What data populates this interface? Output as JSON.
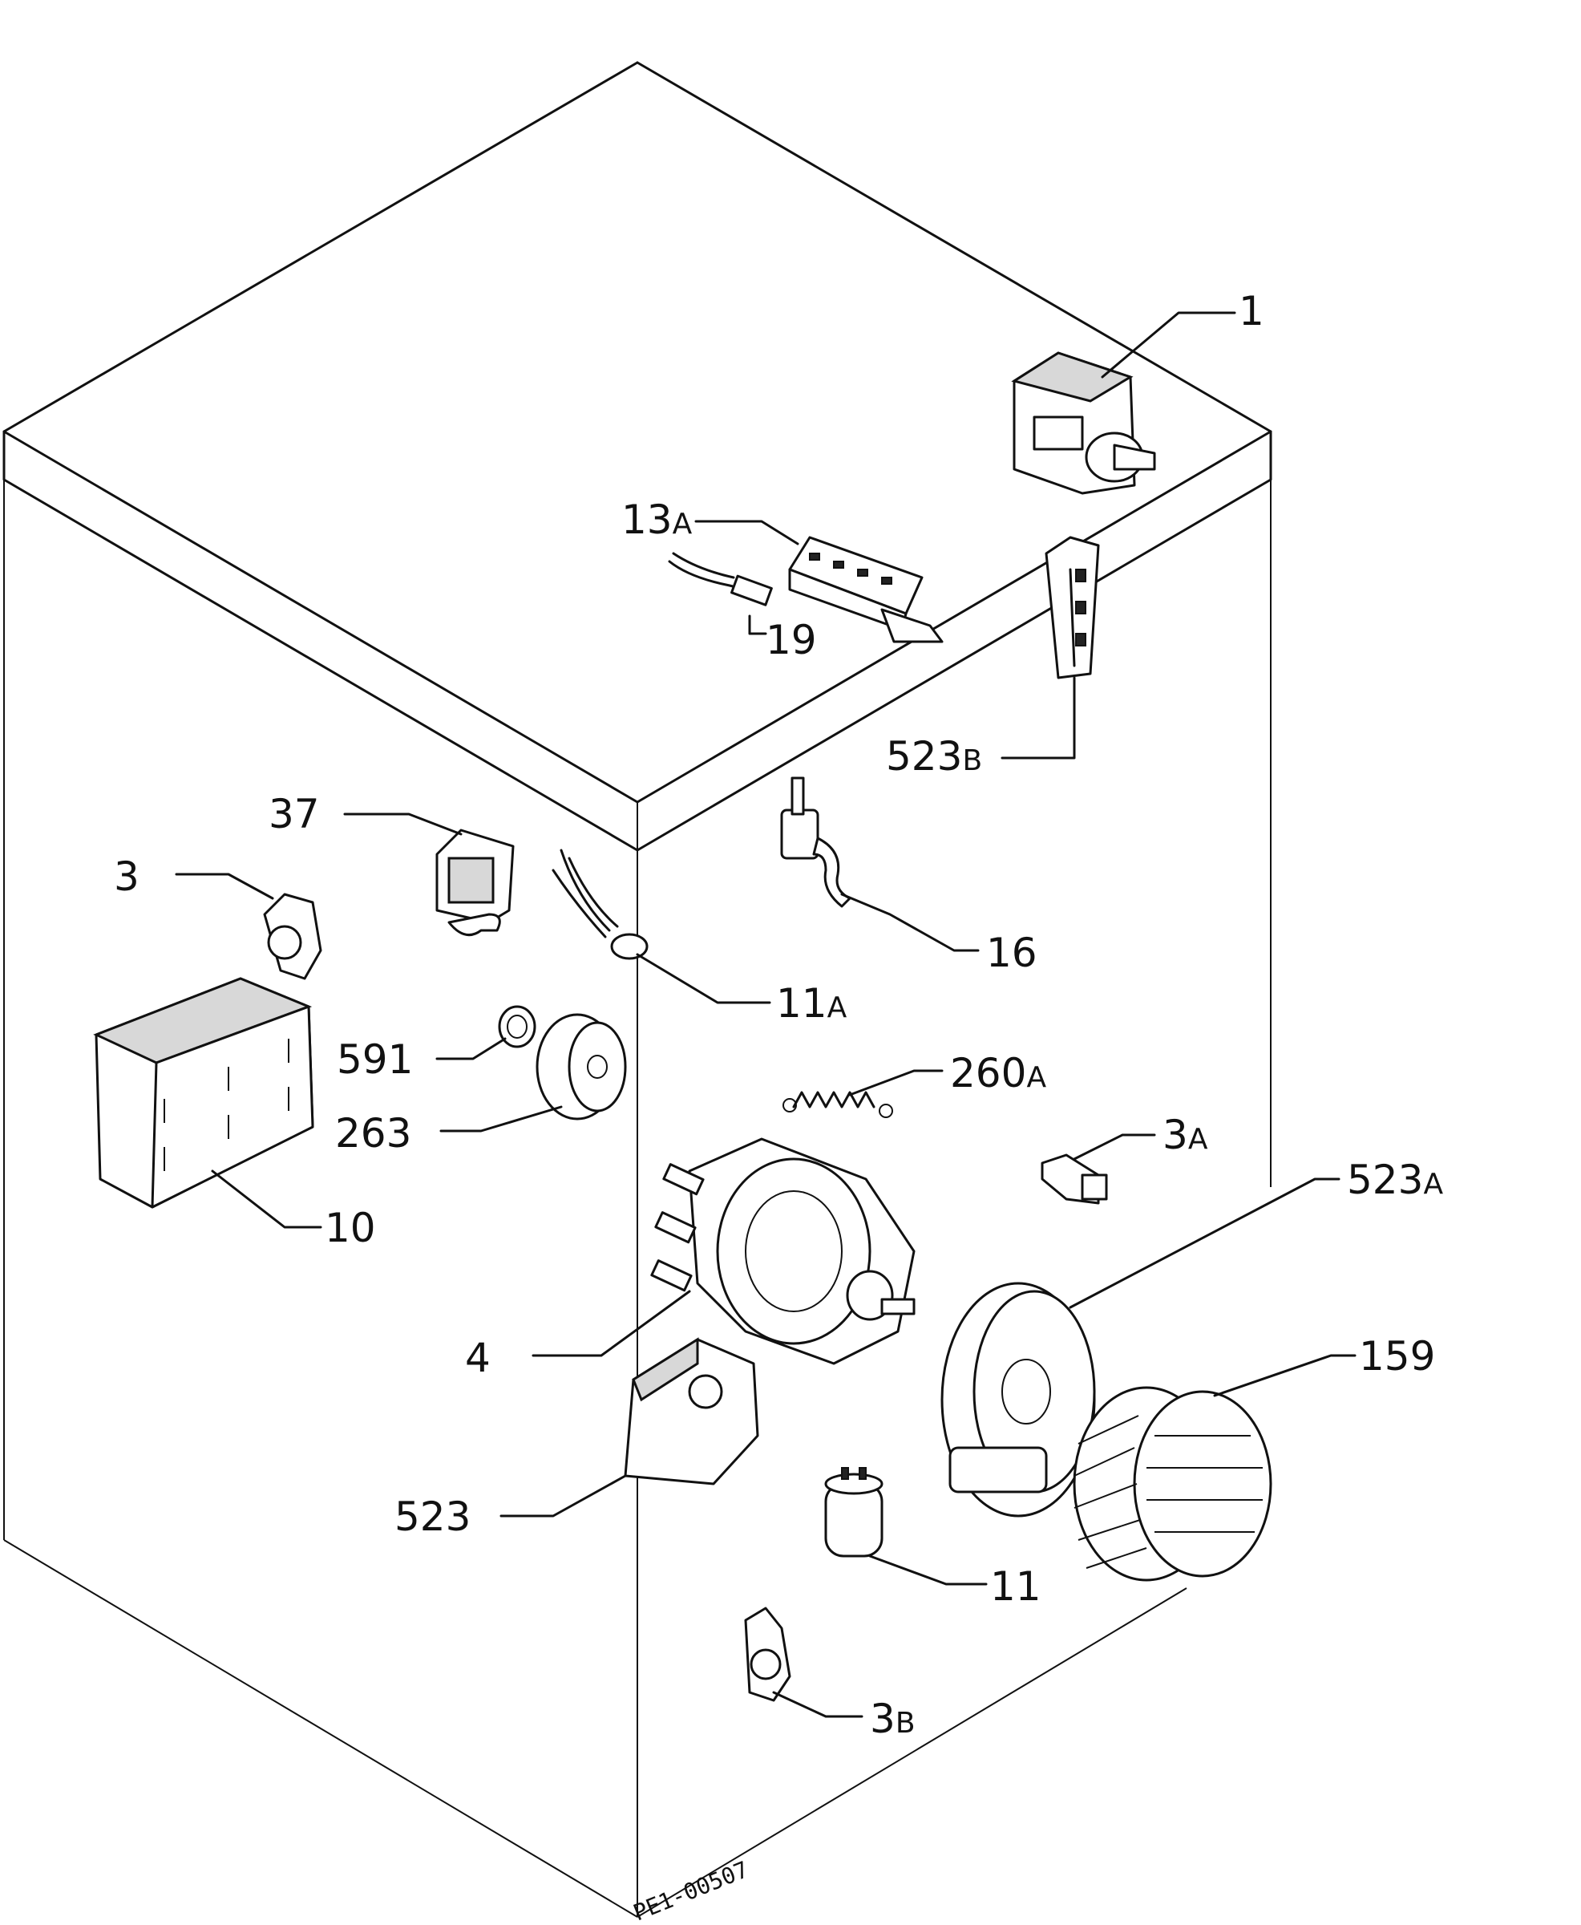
{
  "parts": [
    {
      "id": "p1",
      "number": "1",
      "suffix": ""
    },
    {
      "id": "p13a",
      "number": "13",
      "suffix": "A"
    },
    {
      "id": "p19",
      "number": "19",
      "suffix": ""
    },
    {
      "id": "p523b",
      "number": "523",
      "suffix": "B"
    },
    {
      "id": "p37",
      "number": "37",
      "suffix": ""
    },
    {
      "id": "p3",
      "number": "3",
      "suffix": ""
    },
    {
      "id": "p16",
      "number": "16",
      "suffix": ""
    },
    {
      "id": "p11a",
      "number": "11",
      "suffix": "A"
    },
    {
      "id": "p591",
      "number": "591",
      "suffix": ""
    },
    {
      "id": "p263",
      "number": "263",
      "suffix": ""
    },
    {
      "id": "p260a",
      "number": "260",
      "suffix": "A"
    },
    {
      "id": "p3a",
      "number": "3",
      "suffix": "A"
    },
    {
      "id": "p523a",
      "number": "523",
      "suffix": "A"
    },
    {
      "id": "p10",
      "number": "10",
      "suffix": ""
    },
    {
      "id": "p4",
      "number": "4",
      "suffix": ""
    },
    {
      "id": "p159",
      "number": "159",
      "suffix": ""
    },
    {
      "id": "p523",
      "number": "523",
      "suffix": ""
    },
    {
      "id": "p11",
      "number": "11",
      "suffix": ""
    },
    {
      "id": "p3b",
      "number": "3",
      "suffix": "B"
    }
  ],
  "drawing_code": "PE1-00507"
}
